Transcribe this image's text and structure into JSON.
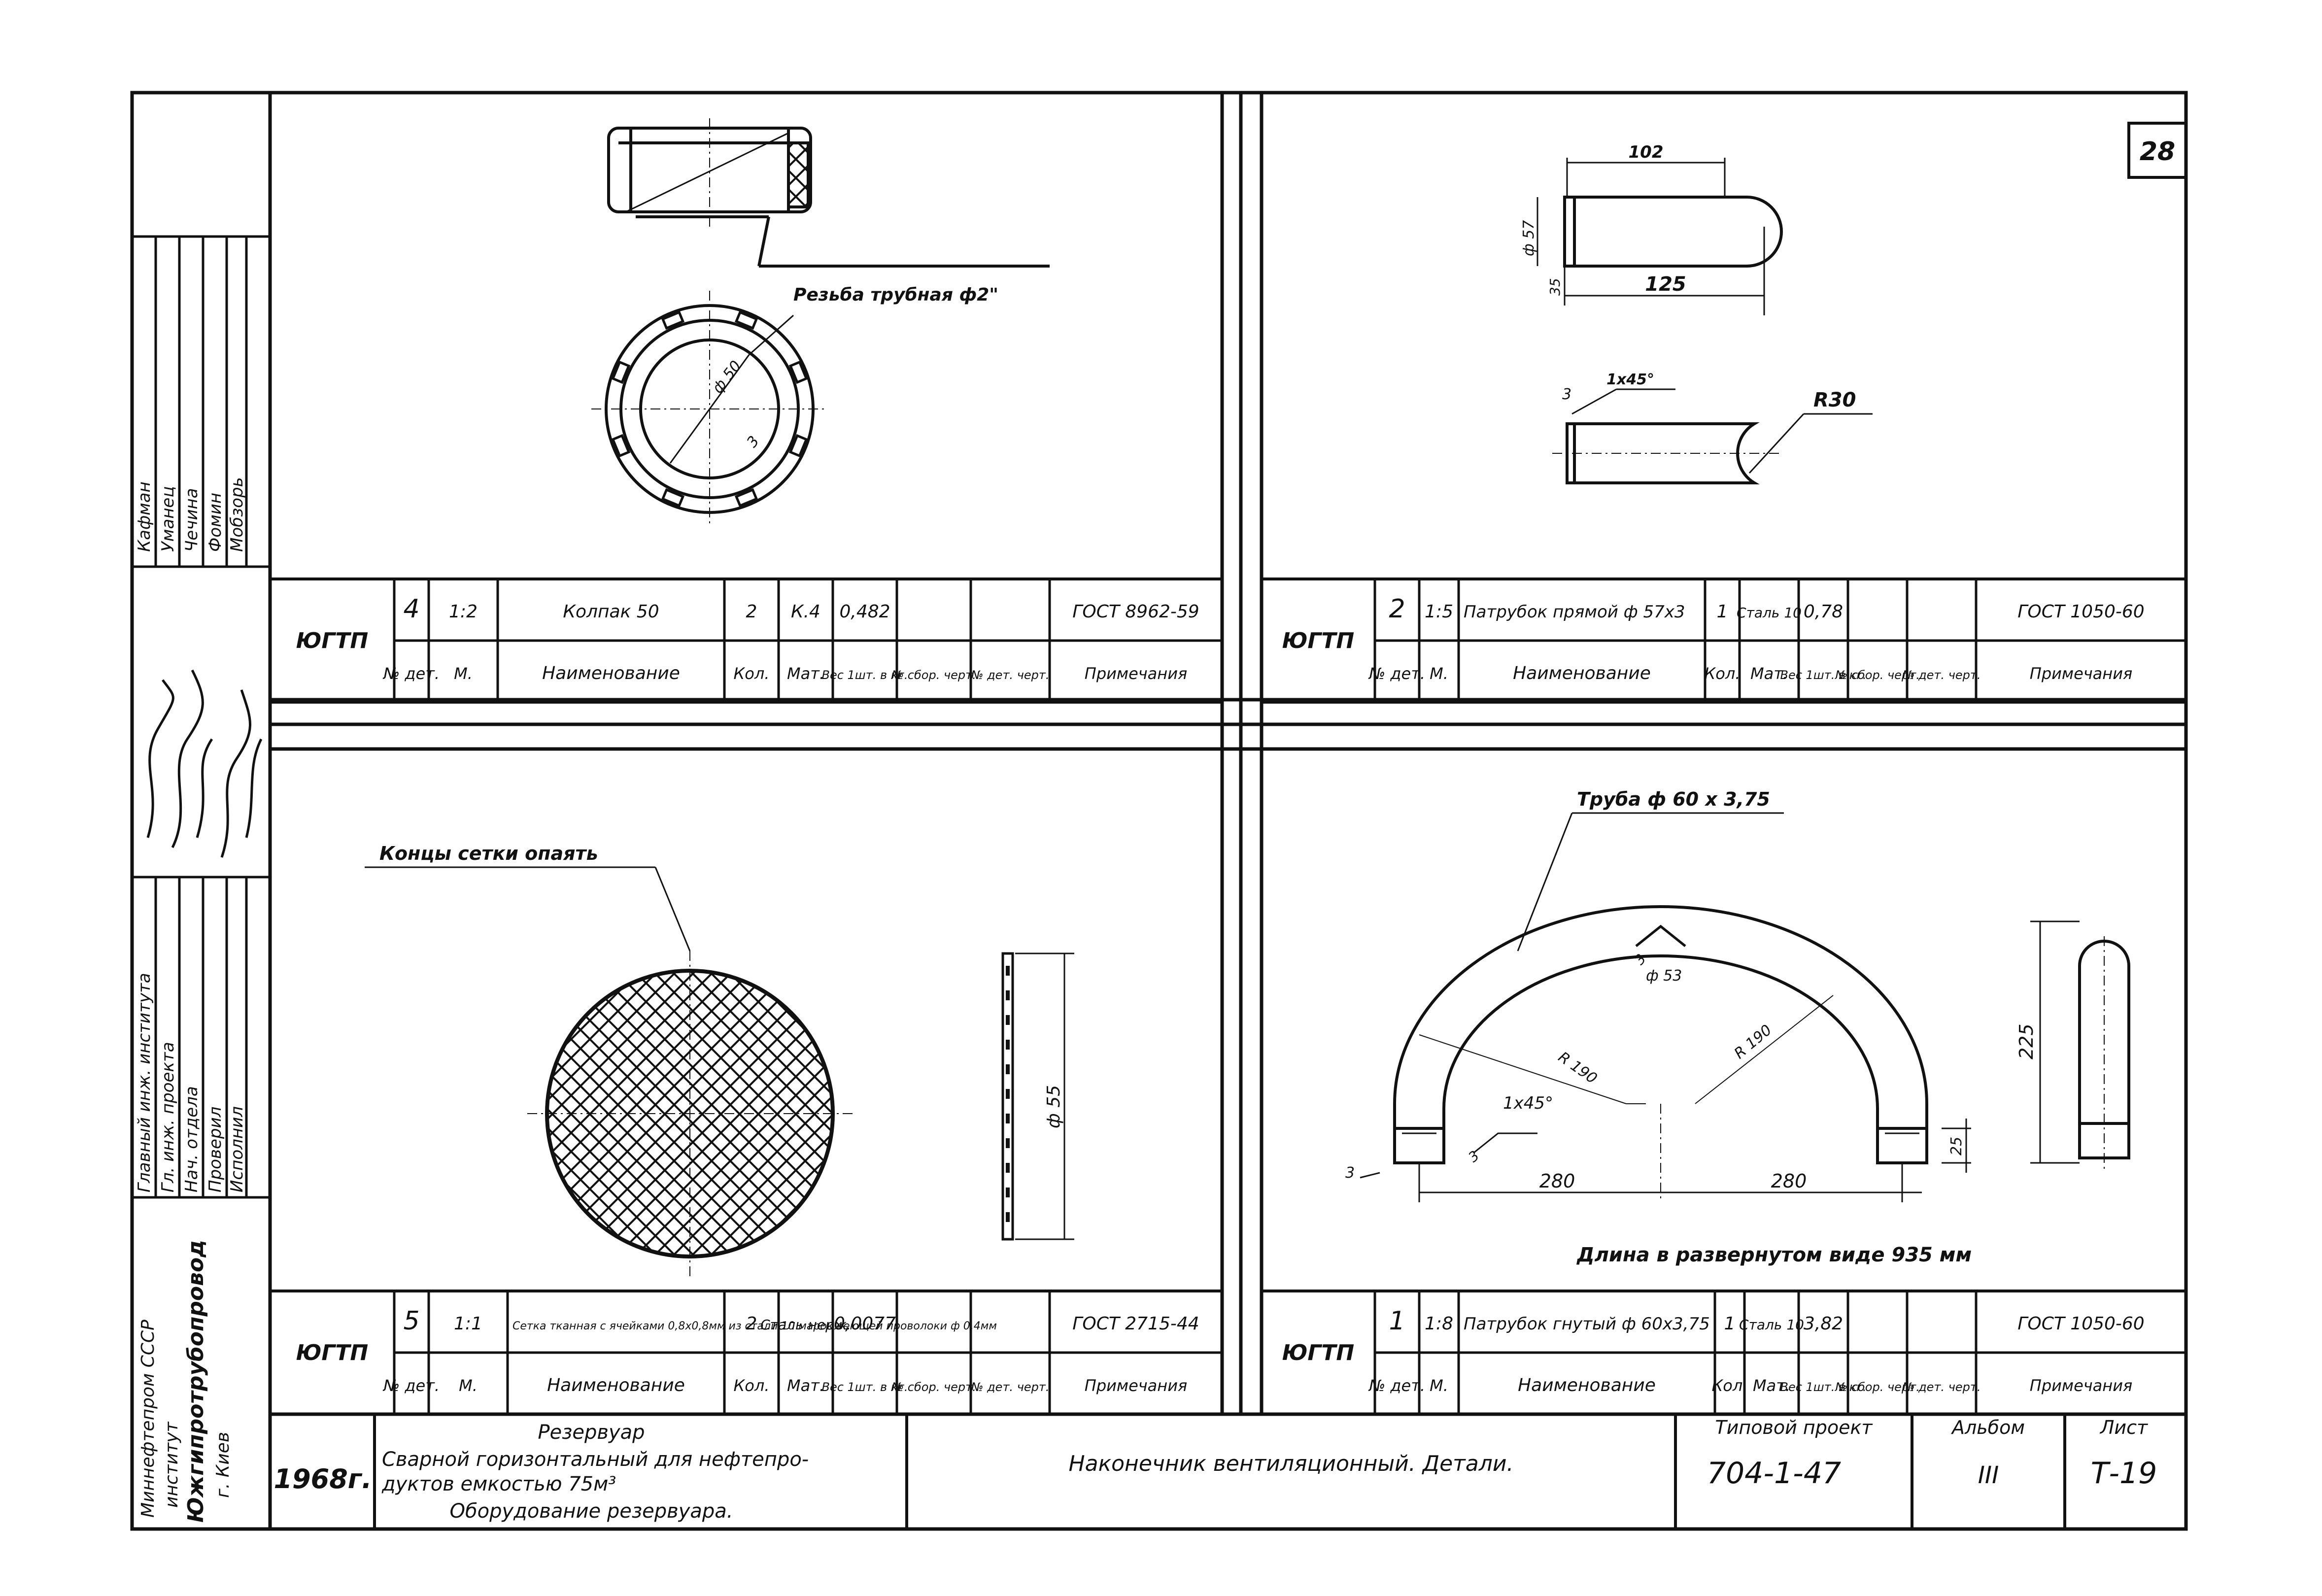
{
  "sheet_number": "28",
  "side_columns": {
    "top": [
      "Кафман",
      "Уманец",
      "Чечина",
      "Фомин",
      "Мобзорь"
    ],
    "middle": [
      "Главный инж. института",
      "Гл. инж. проекта",
      "Нач. отдела",
      "Проверил",
      "Исполнил"
    ],
    "org": [
      "Миннефтепром СССР",
      "институт",
      "Южгипротрубопровод",
      "г. Киев"
    ]
  },
  "panels": {
    "top_left": {
      "callout": "Резьба трубная ф2\"",
      "dim_d": "ф 50",
      "dim_s": "3",
      "row": {
        "org": "ЮГТП",
        "num": "4",
        "scale": "1:2",
        "name": "Колпак 50",
        "qty": "2",
        "material": "К.4",
        "weight": "0,482",
        "asm": "",
        "det": "",
        "note": "ГОСТ 8962-59"
      }
    },
    "top_right": {
      "dim_len_top": "102",
      "dim_len": "125",
      "dim_d": "ф 57",
      "dim_small": "35",
      "chamfer": "1x45°",
      "dim_s": "3",
      "radius": "R30",
      "row": {
        "org": "ЮГТП",
        "num": "2",
        "scale": "1:5",
        "name": "Патрубок прямой ф 57х3",
        "qty": "1",
        "material": "Сталь 10",
        "weight": "0,78",
        "asm": "",
        "det": "",
        "note": "ГОСТ 1050-60"
      }
    },
    "bottom_left": {
      "callout": "Концы сетки опаять",
      "dim_d": "ф 55",
      "row": {
        "org": "ЮГТП",
        "num": "5",
        "scale": "1:1",
        "name": "Сетка тканная с ячейками 0,8х0,8мм из стали 10 марок веющей проволоки ф 0,4мм",
        "qty": "2",
        "material": "Сталь нерж.",
        "weight": "0,0077",
        "asm": "",
        "det": "",
        "note": "ГОСТ 2715-44"
      }
    },
    "bottom_right": {
      "callout": "Труба ф 60 х 3,75",
      "dim_d": "ф 53",
      "dim_s": "3",
      "radius_l": "R 190",
      "radius_r": "R 190",
      "chamfer": "1x45°",
      "dim_s2": "3",
      "dim_s3": "3",
      "dim_h": "225",
      "dim_25": "25",
      "dim_w_l": "280",
      "dim_w_r": "280",
      "length_note": "Длина в развернутом виде 935 мм",
      "row": {
        "org": "ЮГТП",
        "num": "1",
        "scale": "1:8",
        "name": "Патрубок гнутый ф 60х3,75",
        "qty": "1",
        "material": "Сталь 10",
        "weight": "3,82",
        "asm": "",
        "det": "",
        "note": "ГОСТ 1050-60"
      }
    }
  },
  "table_headers": {
    "num": "№ дет.",
    "scale": "М.",
    "name": "Наименование",
    "qty": "Кол.",
    "material": "Мат.",
    "weight": "Вес 1шт. в кг.",
    "asm": "№ сбор. черт.",
    "det": "№ дет. черт.",
    "note": "Примечания"
  },
  "title_block": {
    "year": "1968г.",
    "object_title": "Резервуар",
    "object_desc1": "Сварной горизонтальный для нефтепро-",
    "object_desc2": "дуктов емкостью 75м³",
    "object_desc3": "Оборудование резервуара.",
    "drawing_title": "Наконечник вентиляционный. Детали.",
    "project_label": "Типовой проект",
    "project_number": "704-1-47",
    "album_label": "Альбом",
    "album_number": "III",
    "sheet_label": "Лист",
    "sheet_code": "Т-19"
  }
}
